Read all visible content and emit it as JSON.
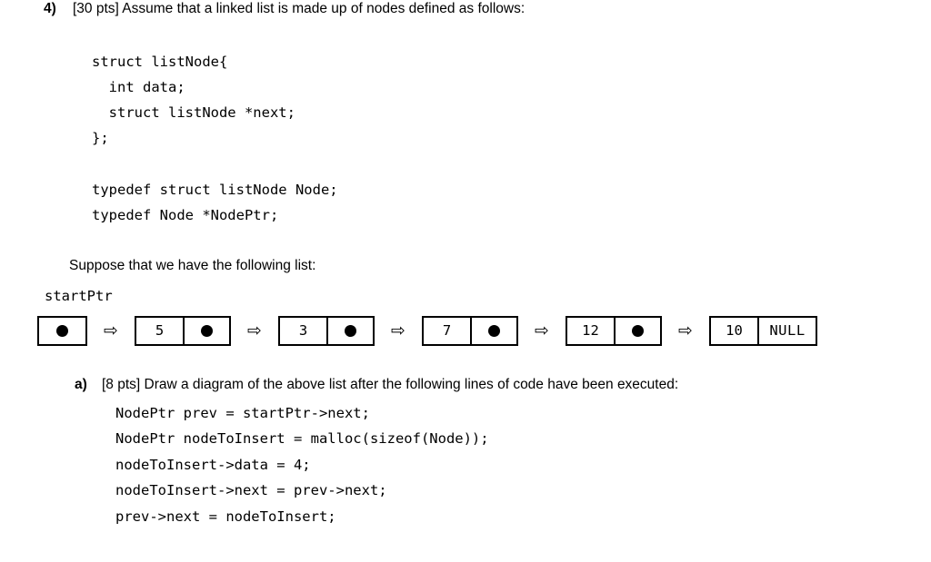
{
  "page": {
    "background_color": "#ffffff",
    "text_color": "#000000"
  },
  "question": {
    "number": "4)",
    "text": "[30 pts] Assume that a linked list is made up of nodes defined as follows:"
  },
  "struct_code": "struct listNode{\n  int data;\n  struct listNode *next;\n};",
  "typedef_code": "typedef struct listNode Node;\ntypedef Node *NodePtr;",
  "suppose_line": "Suppose that we have the following list:",
  "diagram": {
    "pointer_label": "startPtr",
    "arrow_glyph": "⇨",
    "null_label": "NULL",
    "head": {
      "type": "pointer-box",
      "value": ""
    },
    "nodes": [
      {
        "data": "5",
        "next": "pointer"
      },
      {
        "data": "3",
        "next": "pointer"
      },
      {
        "data": "7",
        "next": "pointer"
      },
      {
        "data": "12",
        "next": "pointer"
      },
      {
        "data": "10",
        "next": "NULL"
      }
    ]
  },
  "part_a": {
    "letter": "a)",
    "text": "[8 pts] Draw a diagram of the above list after the following lines of code have been executed:",
    "code_lines": [
      "NodePtr prev = startPtr->next;",
      "NodePtr nodeToInsert = malloc(sizeof(Node));",
      "nodeToInsert->data = 4;",
      "nodeToInsert->next = prev->next;",
      "prev->next = nodeToInsert;"
    ],
    "code": "NodePtr prev = startPtr->next;\nNodePtr nodeToInsert = malloc(sizeof(Node));\nnodeToInsert->data = 4;\nnodeToInsert->next = prev->next;\nprev->next = nodeToInsert;"
  }
}
